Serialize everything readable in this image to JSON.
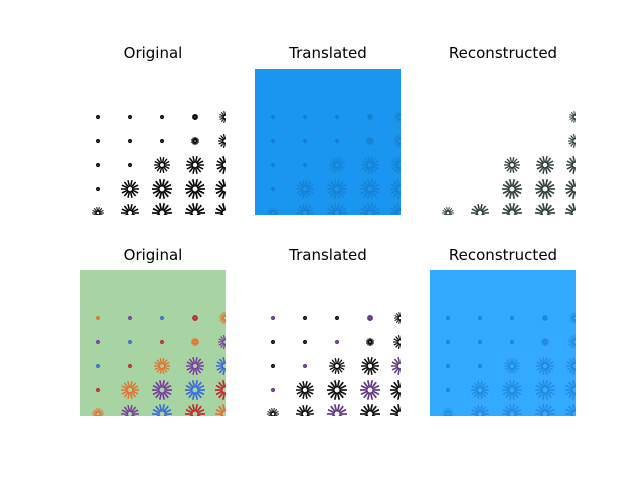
{
  "figure": {
    "rows": [
      {
        "panels": [
          {
            "title": "Original",
            "style": "binary"
          },
          {
            "title": "Translated",
            "style": "blue"
          },
          {
            "title": "Reconstructed",
            "style": "sparse"
          }
        ]
      },
      {
        "panels": [
          {
            "title": "Original",
            "style": "green"
          },
          {
            "title": "Translated",
            "style": "binary-color"
          },
          {
            "title": "Reconstructed",
            "style": "blue"
          }
        ]
      }
    ]
  },
  "colors": {
    "blue_bg": "#1a96f0",
    "blue_bg_light": "#33aaff",
    "green_bg": "#a8d4a4",
    "ink": "#000000",
    "accent_orange": "#e8702a",
    "accent_purple": "#7a3aa0",
    "accent_blue": "#3a6ad8",
    "accent_red": "#c0282c"
  }
}
